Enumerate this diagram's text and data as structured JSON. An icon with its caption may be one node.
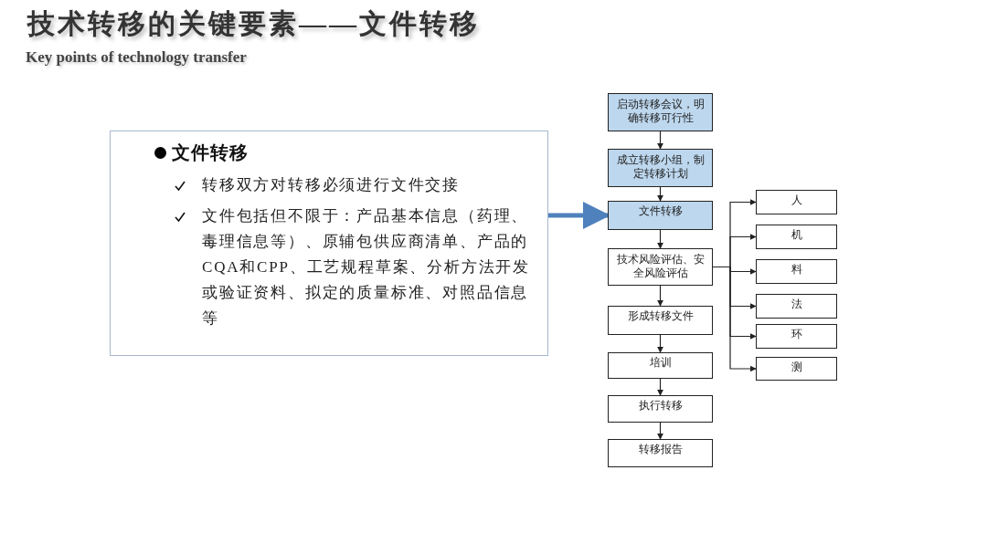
{
  "diagram": {
    "title": "技术转移的关键要素——文件转移",
    "nodes": [
      {
        "text": [
          "文件转移",
          "转移双方对转移必须进行文件交接",
          "文件包括但不限于：产品基本信息（药理、毒理信息等）、原辅包供应商清单、产品的CQA和CPP、工艺规程草案、分析方法开发或验证资料、拟定的质量标准、对照品信息等"
        ]
      },
      {
        "text": [
          "启动转移会议，明确转移可行性"
        ]
      },
      {
        "text": [
          "成立转移小组，制定转移计划"
        ]
      },
      {
        "text": [
          "文件转移"
        ]
      },
      {
        "text": [
          "技术风险评估、安全风险评估"
        ]
      },
      {
        "text": [
          "形成转移文件"
        ]
      },
      {
        "text": [
          "培训"
        ]
      },
      {
        "text": [
          "执行转移"
        ]
      },
      {
        "text": [
          "转移报告"
        ]
      },
      {
        "text": [
          "人"
        ]
      },
      {
        "text": [
          "机"
        ]
      },
      {
        "text": [
          "料"
        ]
      },
      {
        "text": [
          "法"
        ]
      },
      {
        "text": [
          "环"
        ]
      },
      {
        "text": [
          "测"
        ]
      }
    ],
    "edges": [
      {
        "from": 0,
        "to": 3,
        "arrow": "to",
        "style": "thick",
        "color": "#4f81bd"
      },
      {
        "from": 1,
        "to": 2,
        "arrow": "to"
      },
      {
        "from": 2,
        "to": 3,
        "arrow": "to"
      },
      {
        "from": 3,
        "to": 4,
        "arrow": "to"
      },
      {
        "from": 4,
        "to": 5,
        "arrow": "to"
      },
      {
        "from": 5,
        "to": 6,
        "arrow": "to"
      },
      {
        "from": 6,
        "to": 7,
        "arrow": "to"
      },
      {
        "from": 7,
        "to": 8,
        "arrow": "to"
      },
      {
        "from": 4,
        "to": 9,
        "arrow": "to"
      },
      {
        "from": 4,
        "to": 10,
        "arrow": "to"
      },
      {
        "from": 4,
        "to": 11,
        "arrow": "to"
      },
      {
        "from": 4,
        "to": 12,
        "arrow": "to"
      },
      {
        "from": 4,
        "to": 13,
        "arrow": "to"
      },
      {
        "from": 4,
        "to": 14,
        "arrow": "to"
      }
    ],
    "labels": [
      "Key points of technology transfer"
    ]
  }
}
